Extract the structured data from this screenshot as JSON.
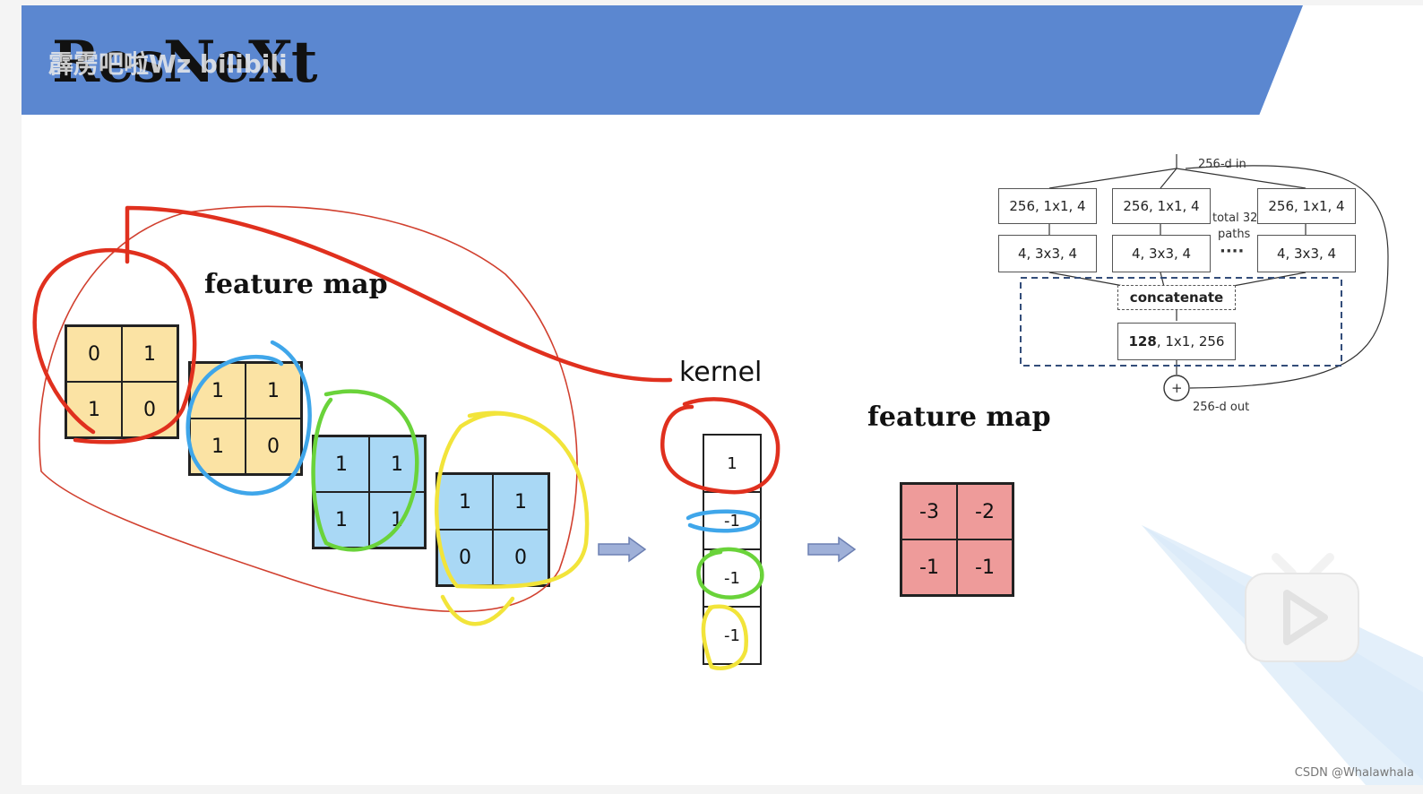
{
  "header": {
    "title": "ResNeXt",
    "watermark": "霹雳吧啦Wz bilibili"
  },
  "labels": {
    "feature_map_left": "feature map",
    "kernel": "kernel",
    "feature_map_right": "feature map"
  },
  "input_maps": [
    {
      "color": "#fbe3a4",
      "cells": [
        "0",
        "1",
        "1",
        "0"
      ]
    },
    {
      "color": "#fbe3a4",
      "cells": [
        "1",
        "1",
        "1",
        "0"
      ]
    },
    {
      "color": "#a9d8f5",
      "cells": [
        "1",
        "1",
        "1",
        "1"
      ]
    },
    {
      "color": "#a9d8f5",
      "cells": [
        "1",
        "1",
        "0",
        "0"
      ]
    }
  ],
  "kernel_values": [
    "1",
    "-1",
    "-1",
    "-1"
  ],
  "output_map": {
    "color": "#ee9b9a",
    "cells": [
      "-3",
      "-2",
      "-1",
      "-1"
    ]
  },
  "block_diagram": {
    "input_label": "256-d in",
    "output_label": "256-d out",
    "path_top_label": "256, 1x1, 4",
    "path_mid_label": "4, 3x3, 4",
    "total_label_line1": "total 32",
    "total_label_line2": "paths",
    "dots": "····",
    "concat_label": "concatenate",
    "final_bold": "128",
    "final_rest": ", 1x1, 256",
    "plus": "+"
  },
  "footer": {
    "credit": "CSDN @Whalawhala"
  },
  "colors": {
    "banner": "#5b87d0",
    "annot_red": "#e0301e",
    "annot_blue": "#3fa6ea",
    "annot_green": "#6ad33a",
    "annot_yellow": "#f2e43a"
  }
}
